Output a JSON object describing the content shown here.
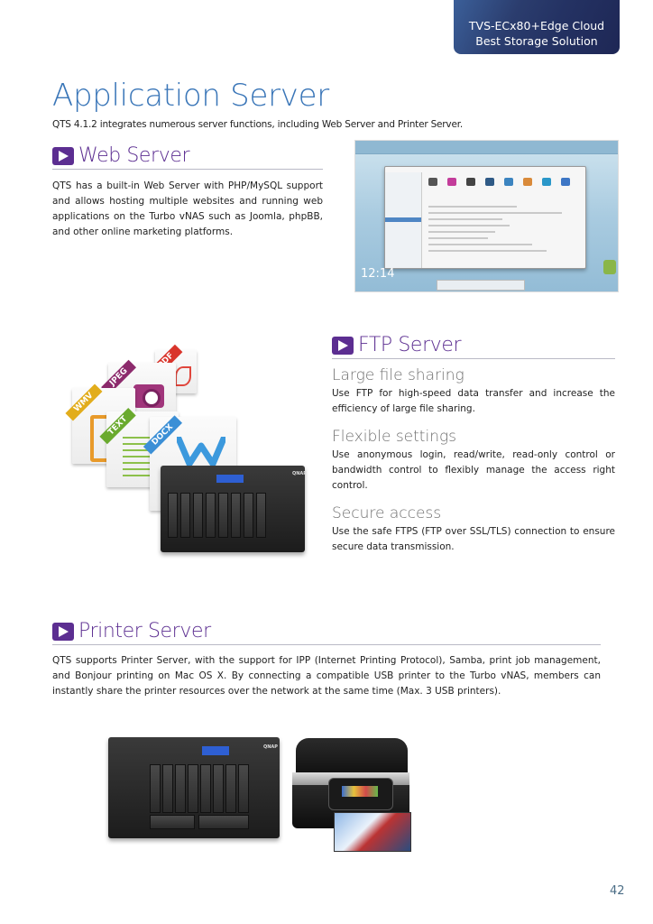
{
  "banner": {
    "line1": "TVS-ECx80+Edge Cloud",
    "line2": "Best Storage Solution"
  },
  "page": {
    "title": "Application Server",
    "subtitle": "QTS 4.1.2 integrates numerous server functions, including Web Server and Printer Server.",
    "page_number": "42"
  },
  "web_server": {
    "heading": "Web Server",
    "body": "QTS has a built-in Web Server with PHP/MySQL support and allows hosting multiple websites and running web applications on the Turbo vNAS such as Joomla, phpBB, and other online marketing platforms.",
    "screenshot": {
      "clock": "12:14",
      "icon": "web-server-control-panel-screenshot"
    }
  },
  "ftp_server": {
    "heading": "FTP Server",
    "features": [
      {
        "title": "Large file sharing",
        "body": "Use FTP for high-speed data transfer and increase the efficiency of large file sharing."
      },
      {
        "title": "Flexible settings",
        "body": "Use anonymous login, read/write, read-only control or bandwidth control to flexibly manage the access right control."
      },
      {
        "title": "Secure access",
        "body": "Use the safe FTPS (FTP over SSL/TLS) connection to ensure secure data transmission."
      }
    ],
    "file_types": [
      "PDF",
      "JPEG",
      "WMV",
      "TEXT",
      "DOCX"
    ]
  },
  "printer_server": {
    "heading": "Printer Server",
    "body": "QTS supports Printer Server, with the support for IPP (Internet Printing Protocol), Samba, print job management, and Bonjour printing on Mac OS X. By connecting a compatible USB printer to the Turbo vNAS, members can instantly share the printer resources over the network at the same time (Max. 3 USB printers)."
  },
  "colors": {
    "title_blue": "#3a76b8",
    "section_purple": "#5c2e91",
    "banner_navy": "#243263"
  }
}
